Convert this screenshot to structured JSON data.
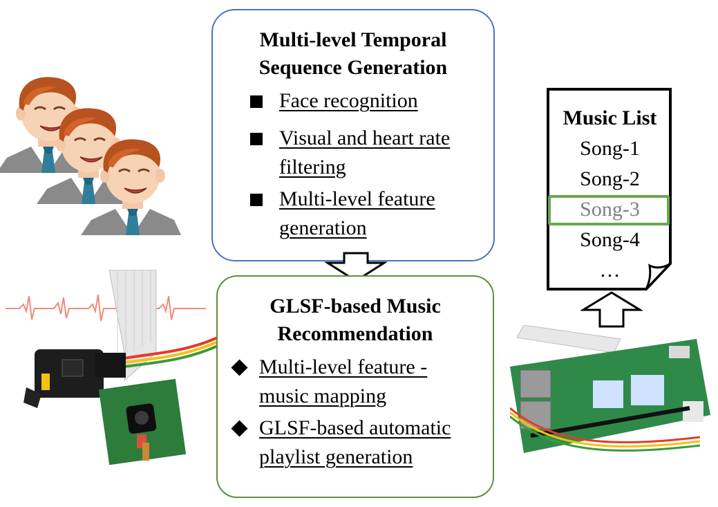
{
  "top_box": {
    "title_line1": "Multi-level Temporal",
    "title_line2": "Sequence Generation",
    "items": [
      {
        "line1": "Face recognition",
        "line2": ""
      },
      {
        "line1": "Visual and heart rate",
        "line2": "filtering"
      },
      {
        "line1": "Multi-level feature",
        "line2": "generation"
      }
    ]
  },
  "bottom_box": {
    "title_line1": "GLSF-based Music",
    "title_line2": "Recommendation",
    "items": [
      {
        "line1": "Multi-level feature -",
        "line2": "music mapping"
      },
      {
        "line1": "GLSF-based automatic",
        "line2": "playlist generation"
      }
    ]
  },
  "music_list": {
    "title": "Music List",
    "songs": [
      "Song-1",
      "Song-2",
      "Song-3",
      "Song-4"
    ],
    "ellipsis": "…",
    "highlighted_song": "Song-3"
  },
  "colors": {
    "top_box_border": "#4a72c4",
    "bottom_box_border": "#5f8d3c",
    "highlight": "#6aa84f",
    "ecg": "#f08a7c"
  },
  "icons": {
    "people": "cartoon-man-face-icon",
    "ecg": "heart-rate-waveform-icon",
    "sensor": "camera-and-heart-rate-sensor-icon",
    "board": "raspberry-pi-board-icon"
  }
}
